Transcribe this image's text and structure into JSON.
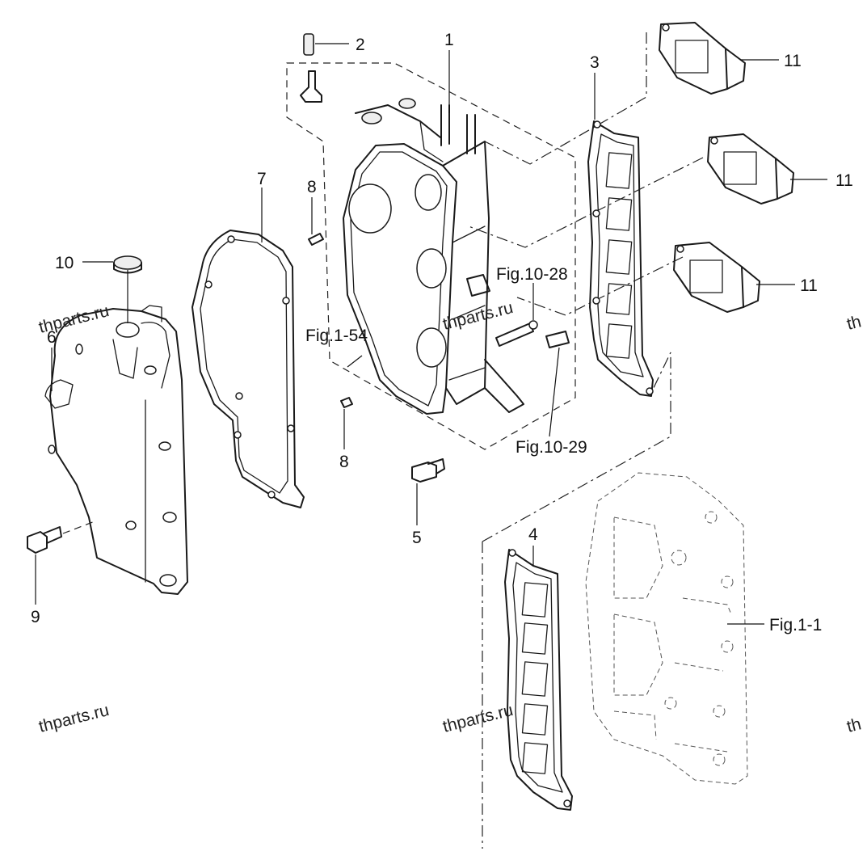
{
  "diagram": {
    "callouts": {
      "c1": "1",
      "c2": "2",
      "c3": "3",
      "c4": "4",
      "c5": "5",
      "c6": "6",
      "c7": "7",
      "c8a": "8",
      "c8b": "8",
      "c9": "9",
      "c10": "10",
      "c11a": "11",
      "c11b": "11",
      "c11c": "11"
    },
    "figure_refs": {
      "fig_1_54": "Fig.1-54",
      "fig_10_28": "Fig.10-28",
      "fig_10_29": "Fig.10-29",
      "fig_1_1": "Fig.1-1"
    },
    "watermarks": {
      "w1": "thparts.ru",
      "w2": "thparts.ru",
      "w3": "thparts.ru",
      "w4": "thparts.ru",
      "w5": "th",
      "w6": "th"
    }
  }
}
